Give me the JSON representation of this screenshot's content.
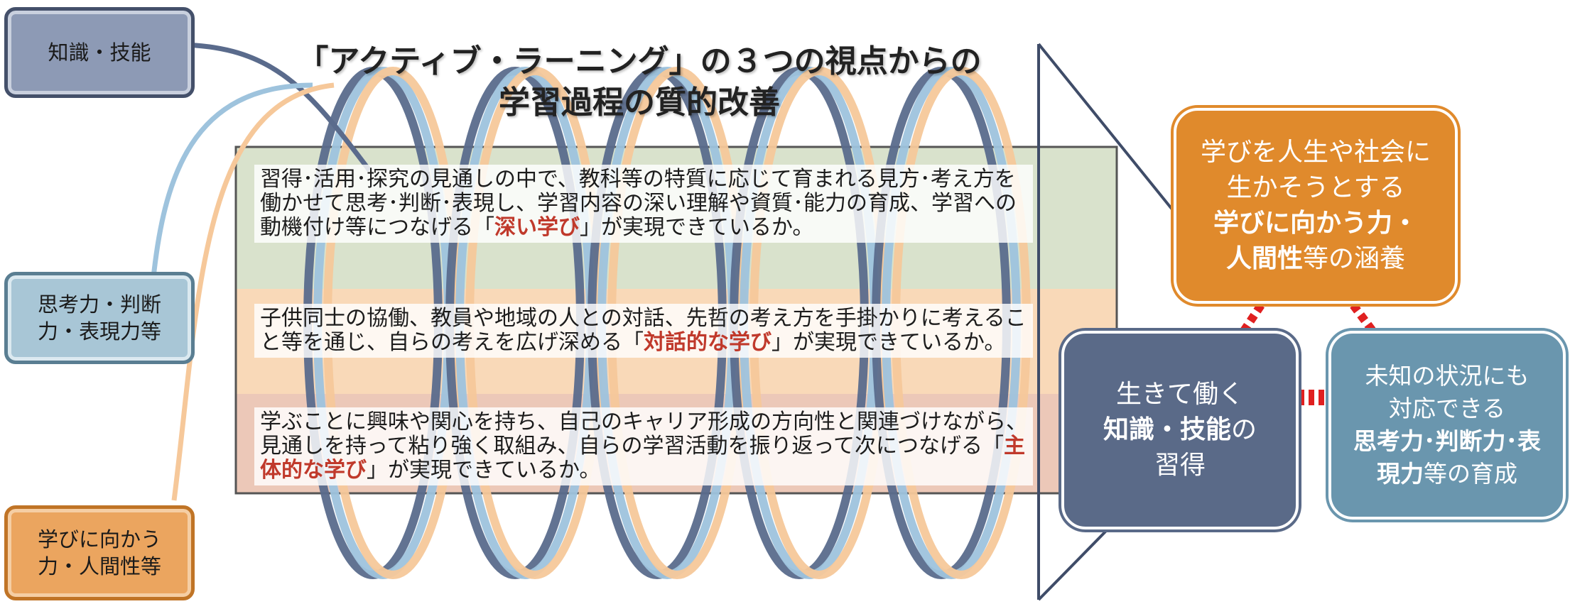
{
  "colors": {
    "blue_dark": "#5a6b8c",
    "blue_light": "#9ec3dd",
    "orange_light": "#f6c89a",
    "band_green": "#d9e2cc",
    "band_peach": "#f9d9b8",
    "band_pink": "#ecc8b8",
    "box_orange": "#e08a2c",
    "box_navy": "#5a6a88",
    "box_teal": "#6a96ae",
    "accent_red": "#e02020"
  },
  "title": {
    "line1": "「アクティブ・ラーニング」の３つの視点からの",
    "line2": "学習過程の質的改善"
  },
  "left_labels": {
    "knowledge": "知識・技能",
    "thinking_1": "思考力・判断",
    "thinking_2": "力・表現力等",
    "attitude_1": "学びに向かう",
    "attitude_2": "力・人間性等"
  },
  "paragraphs": {
    "deep": {
      "before": "習得･活用･探究の見通しの中で、教科等の特質に応じて育まれる見方･考え方を働かせて思考･判断･表現し、学習内容の深い理解や資質･能力の育成、学習への動機付け等につなげる「",
      "highlight": "深い学び",
      "after": "」が実現できているか。"
    },
    "dialogue": {
      "before": "子供同士の協働、教員や地域の人との対話、先哲の考え方を手掛かりに考えること等を通じ、自らの考えを広げ深める「",
      "highlight": "対話的な学び",
      "after": "」が実現できているか。"
    },
    "proactive": {
      "before": "学ぶことに興味や関心を持ち、自己のキャリア形成の方向性と関連づけながら、見通しを持って粘り強く取組み、自らの学習活動を振り返って次につなげる「",
      "highlight": "主体的な学び",
      "after": "」が実現できているか。"
    }
  },
  "right_boxes": {
    "orange": {
      "line1": "学びを人生や社会に",
      "line2": "生かそうとする",
      "bold": "学びに向かう力・",
      "bold2": "人間性",
      "tail": "等の涵養"
    },
    "navy": {
      "line1": "生きて働く",
      "bold": "知識・技能",
      "mid": "の",
      "line3": "習得"
    },
    "teal": {
      "line1": "未知の状況にも",
      "line2": "対応できる",
      "bold": "思考力･判断力･表",
      "bold2": "現力",
      "tail": "等の育成"
    }
  }
}
